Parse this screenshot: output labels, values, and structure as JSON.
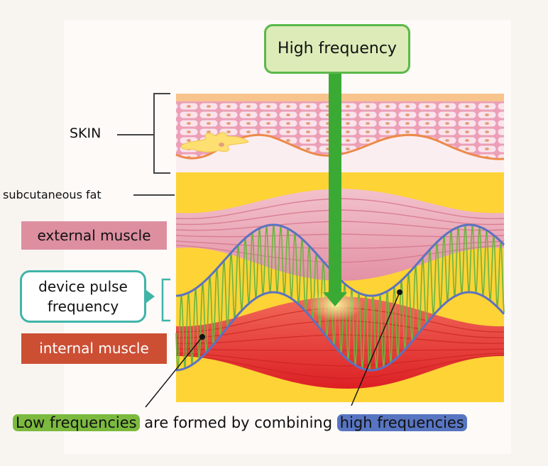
{
  "diagram": {
    "top_label": "High frequency",
    "layers": {
      "skin": "SKIN",
      "subcutaneous_fat": "subcutaneous fat",
      "external_muscle": "external muscle",
      "device_pulse_frequency_line1": "device pulse",
      "device_pulse_frequency_line2": "frequency",
      "internal_muscle": "internal  muscle"
    },
    "caption": {
      "low_part": "Low frequencies",
      "middle_part": " are formed by combining ",
      "high_part": "high frequencies"
    },
    "colors": {
      "arrow_green": "#3aaa35",
      "wave_blue": "#5b72c0",
      "wave_green": "#6cb43f",
      "fat_yellow": "#fdd336",
      "skin_pink": "#f3c7d3",
      "skin_border_orange": "#ec8a4a",
      "external_muscle_pink": "#e9a3b3",
      "internal_muscle_red": "#e0302f",
      "pulse_teal": "#3fb5a8"
    }
  }
}
